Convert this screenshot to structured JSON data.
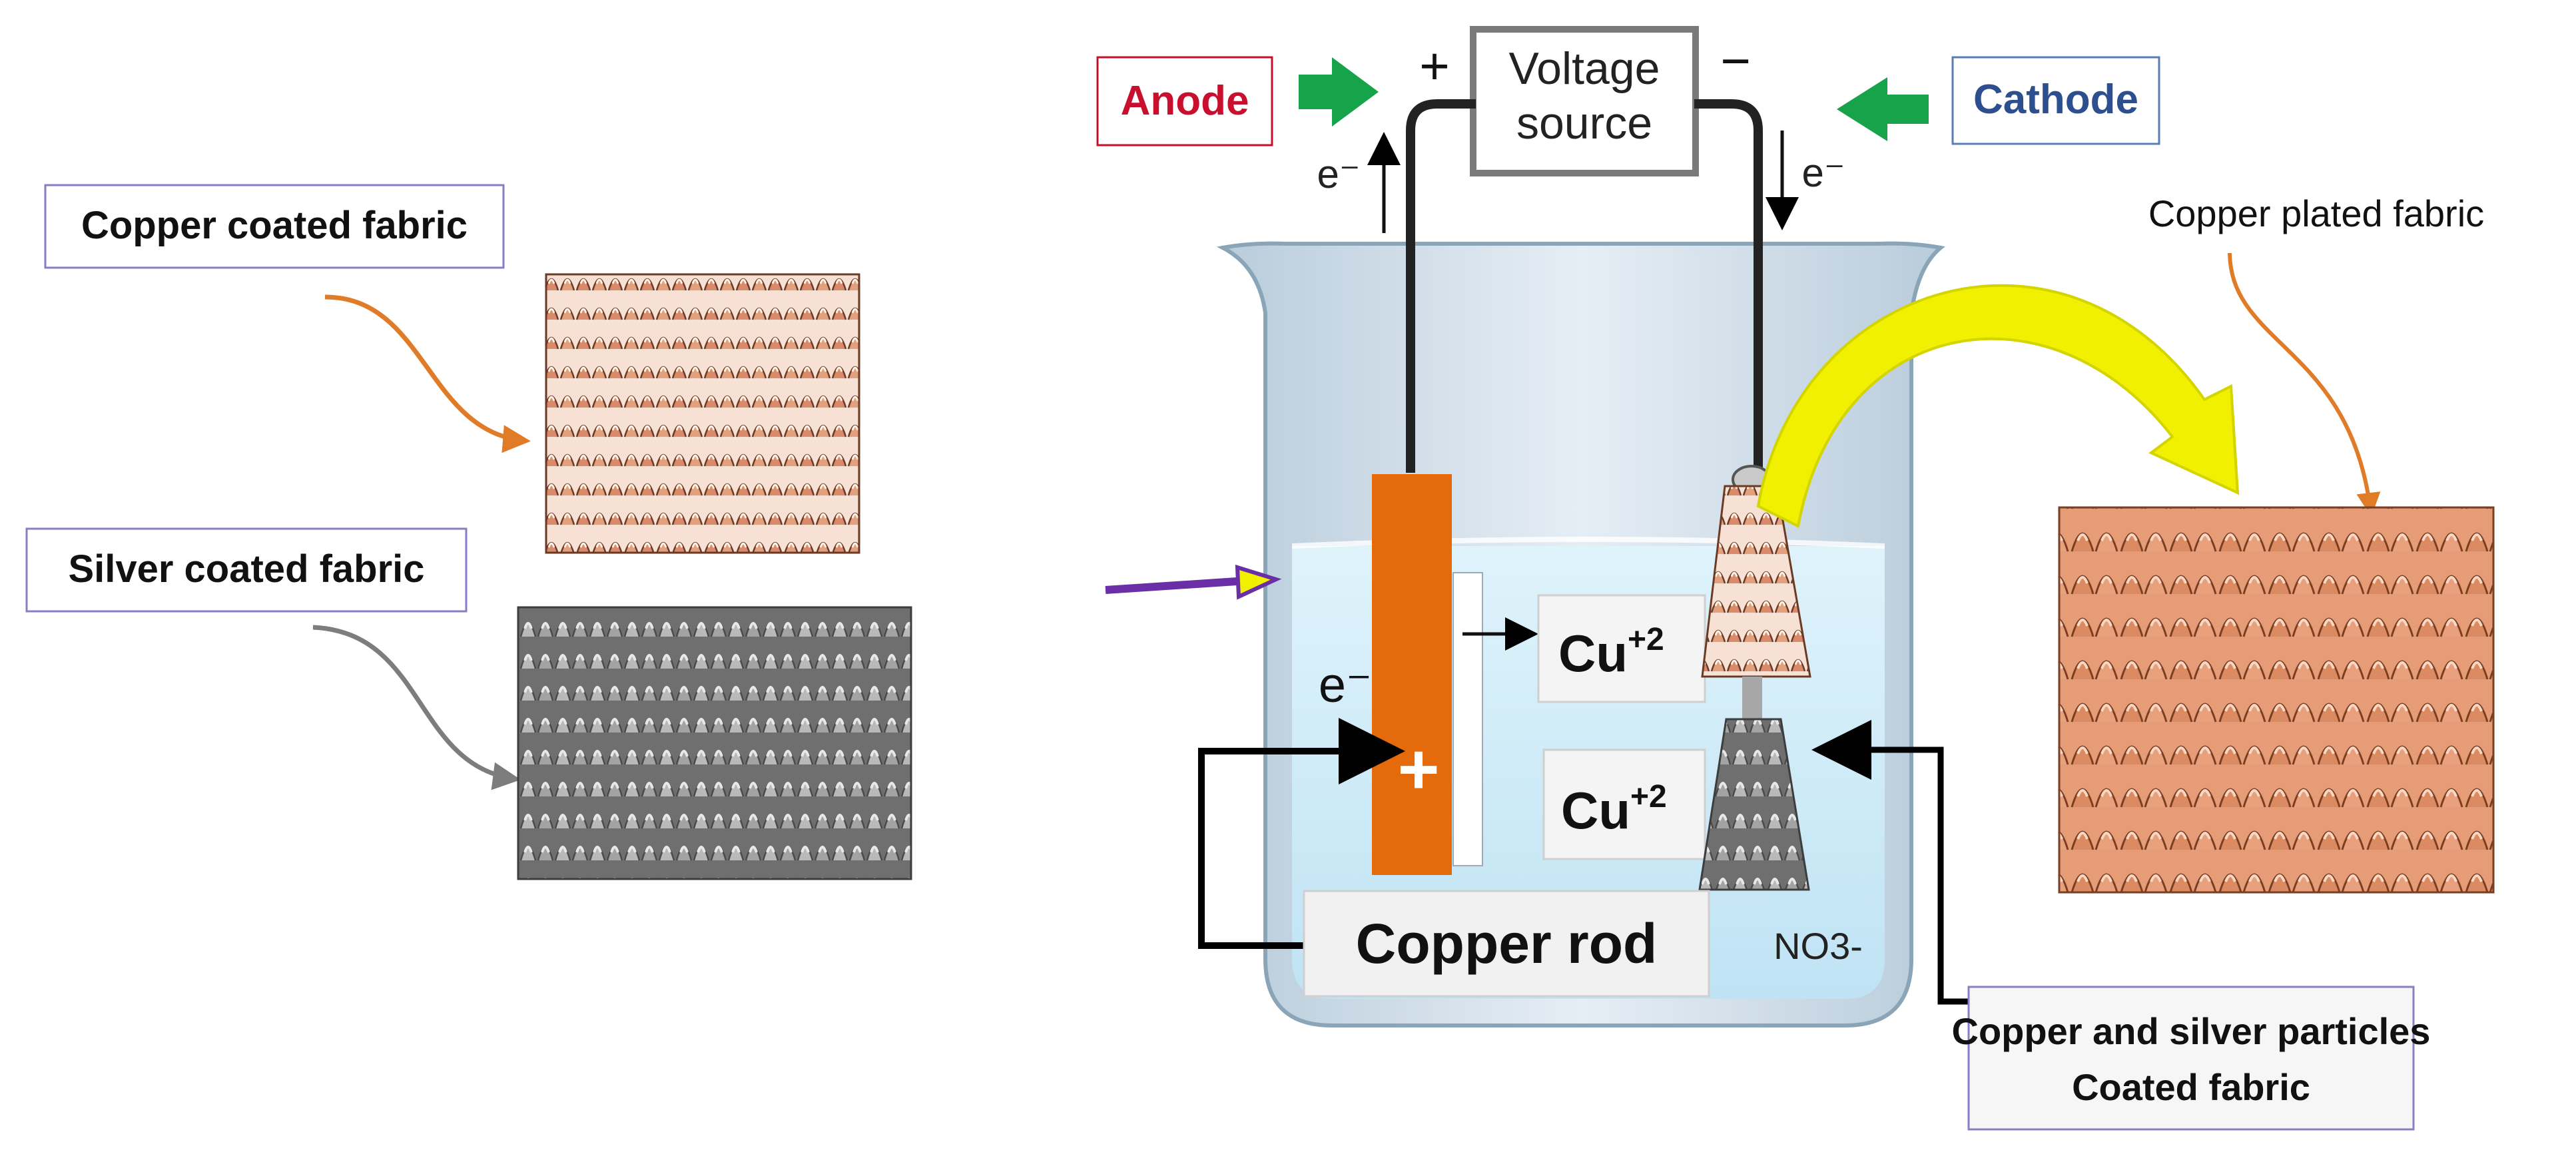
{
  "labels": {
    "copper_coated_fabric": "Copper coated fabric",
    "silver_coated_fabric": "Silver coated fabric",
    "anode": "Anode",
    "cathode": "Cathode",
    "plus_sign": "+",
    "minus_sign": "−",
    "voltage_line1": "Voltage",
    "voltage_line2": "source",
    "electron": "e⁻",
    "electron_left": "e⁻",
    "electron_right": "e⁻",
    "copper_plated_fabric": "Copper plated fabric",
    "cu_ion_base": "Cu",
    "cu_ion_charge": "+2",
    "rod_plus": "+",
    "copper_rod": "Copper rod",
    "nitrate": "NO3-",
    "cs_line1": "Copper and silver particles",
    "cs_line2": "Coated  fabric"
  },
  "colors": {
    "anode_text": "#c8102e",
    "cathode_text": "#2e4f8f",
    "green_arrow": "#16a34a",
    "orange_arrow": "#e07b28",
    "gray_arrow": "#7d7d7d",
    "purple_arrow": "#6a2ea6",
    "yellow_arrow": "#f0f000",
    "copper_rod": "#e46a0b",
    "copper_fabric": "#d98a6a",
    "silver_fabric": "#9b9b9b",
    "beaker_glass": "#d3e2ee",
    "solution": "#cfeaf7"
  }
}
